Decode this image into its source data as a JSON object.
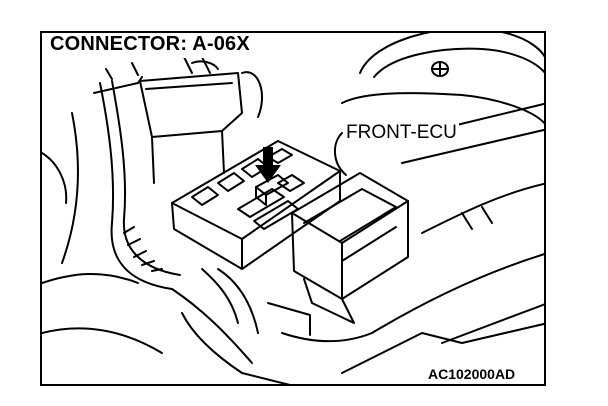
{
  "diagram": {
    "title": "CONNECTOR: A-06X",
    "callout_label": "FRONT-ECU",
    "figure_code": "AC102000AD"
  },
  "colors": {
    "line": "#000000",
    "background": "#ffffff"
  },
  "icons": [
    "down-arrow-icon"
  ]
}
